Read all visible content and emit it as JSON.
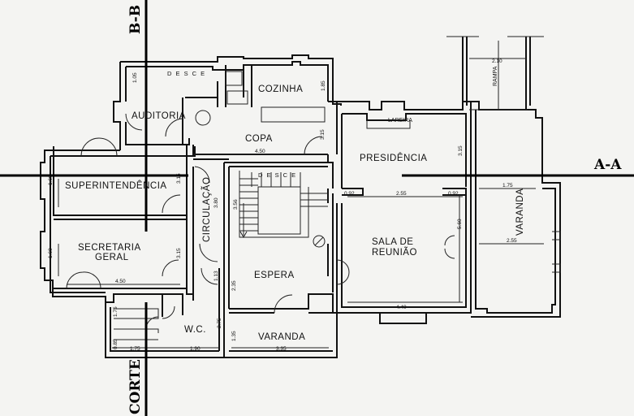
{
  "sections": {
    "bb": "B-B",
    "aa": "A-A",
    "corte": "CORTE"
  },
  "rooms": {
    "auditoria": "AUDITORIA",
    "cozinha": "COZINHA",
    "copa": "COPA",
    "presidencia": "PRESIDÊNCIA",
    "superintendencia": "SUPERINTENDÊNCIA",
    "circulacao": "CIRCULAÇÃO",
    "secretaria_1": "SECRETARIA",
    "secretaria_2": "GERAL",
    "espera": "ESPERA",
    "sala_1": "SALA DE",
    "sala_2": "REUNIÃO",
    "varanda_right": "VARANDA",
    "varanda_bottom": "VARANDA",
    "wc": "W.C.",
    "lareira": "LAREIRA",
    "rampa": "RAMPA",
    "desce_top": "D E S C E",
    "desce_center": "D E S C E"
  },
  "dimensions": {
    "d105": "1.05",
    "d185": "1.85",
    "d315_copa": "3.15",
    "d450_copa": "4.50",
    "d210": "2.10",
    "d315_pres": "3.15",
    "d092_a": "0.92",
    "d255_pres": "2.55",
    "d092_b": "0.92",
    "d175_var": "1.75",
    "d560": "5.60",
    "d255_var": "2.55",
    "d440": "4.40",
    "d160_sup": "1.60",
    "d315_sup": "3.15",
    "d380": "3.80",
    "d356": "3.56",
    "d160_sec": "1.60",
    "d315_sec": "3.15",
    "d450_sec": "4.50",
    "d113": "1.13",
    "d235": "2.35",
    "d275": "2.75",
    "d135": "1.35",
    "d175_wc": "1.75",
    "d085": "0.85",
    "d175_bot": "1.75",
    "d190": "1.90",
    "d335": "3.35"
  }
}
